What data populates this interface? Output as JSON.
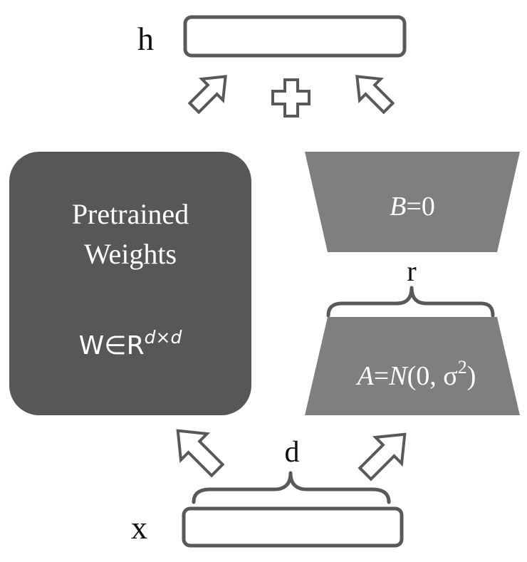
{
  "labels": {
    "h": "h",
    "x": "x",
    "d": "d",
    "r": "r"
  },
  "pretrained": {
    "line1": "Pretrained",
    "line2": "Weights",
    "formula_main": "W∈R",
    "formula_sup": "d×d"
  },
  "matrix_b": {
    "var": "B",
    "rest": "=0"
  },
  "matrix_a": {
    "var": "A",
    "eq": "=",
    "func": "N",
    "args": "(0, σ",
    "sup": "2",
    "close": ")"
  },
  "colors": {
    "background": "#ffffff",
    "pretrained_box": "#575757",
    "lora_matrices": "#7f7f7f",
    "outline": "#595959",
    "text_light": "#ffffff",
    "text_dark": "#111111"
  }
}
